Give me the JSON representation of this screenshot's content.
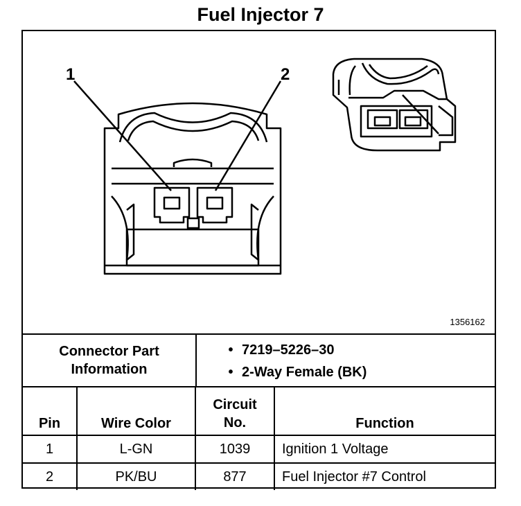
{
  "title": "Fuel Injector 7",
  "figure": {
    "id": "1356162",
    "pin_callouts": [
      "1",
      "2"
    ]
  },
  "connector_info": {
    "label_line1": "Connector Part",
    "label_line2": "Information",
    "items": [
      "7219–5226–30",
      "2-Way Female (BK)"
    ]
  },
  "table": {
    "headers": {
      "pin": "Pin",
      "wire_color": "Wire Color",
      "circuit_line1": "Circuit",
      "circuit_line2": "No.",
      "function": "Function"
    },
    "rows": [
      {
        "pin": "1",
        "wire_color": "L-GN",
        "circuit": "1039",
        "function": "Ignition 1 Voltage"
      },
      {
        "pin": "2",
        "wire_color": "PK/BU",
        "circuit": "877",
        "function": "Fuel Injector #7 Control"
      }
    ]
  }
}
